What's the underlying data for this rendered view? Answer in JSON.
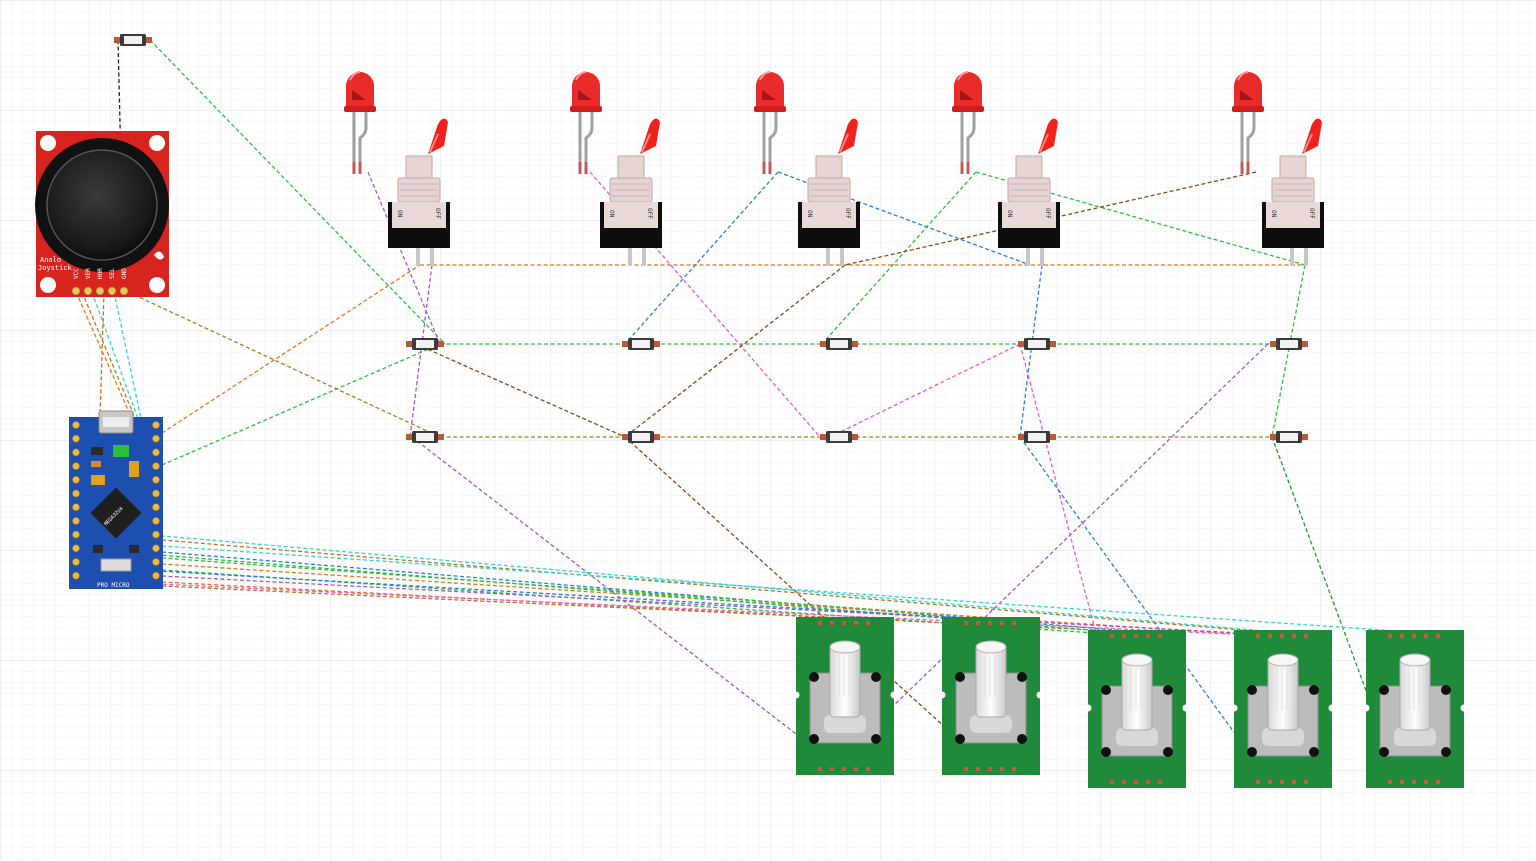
{
  "colors": {
    "background": "#ffffff",
    "grid": "#ececec",
    "joystick_board": "#d8241f",
    "pro_micro_board": "#1d4fb0",
    "encoder_board": "#1f8a3a",
    "led": "#ea2b2b"
  },
  "joystick": {
    "label_line1": "Analo",
    "label_line2": "Joystick",
    "pins": [
      "VCC",
      "VER",
      "HOR",
      "SEL",
      "GND"
    ]
  },
  "pro_micro": {
    "chip_label": "MEGA32U4",
    "board_label": "PRO MICRO"
  },
  "switches": [
    {
      "on": "ON",
      "off": "OFF"
    },
    {
      "on": "ON",
      "off": "OFF"
    },
    {
      "on": "ON",
      "off": "OFF"
    },
    {
      "on": "ON",
      "off": "OFF"
    },
    {
      "on": "ON",
      "off": "OFF"
    }
  ],
  "leds": [
    {
      "color": "red"
    },
    {
      "color": "red"
    },
    {
      "color": "red"
    },
    {
      "color": "red"
    },
    {
      "color": "red"
    }
  ],
  "encoders": [
    {},
    {},
    {},
    {},
    {}
  ],
  "wire_colors": {
    "green": "#2bbf3a",
    "orange": "#e07820",
    "brown": "#8a4a12",
    "purple": "#a259c6",
    "blue": "#2f7fd8",
    "pink": "#e85bd4",
    "cyan": "#38d6c8",
    "tan": "#b07a2a",
    "black": "#222222",
    "darkgreen": "#1e9a30"
  }
}
